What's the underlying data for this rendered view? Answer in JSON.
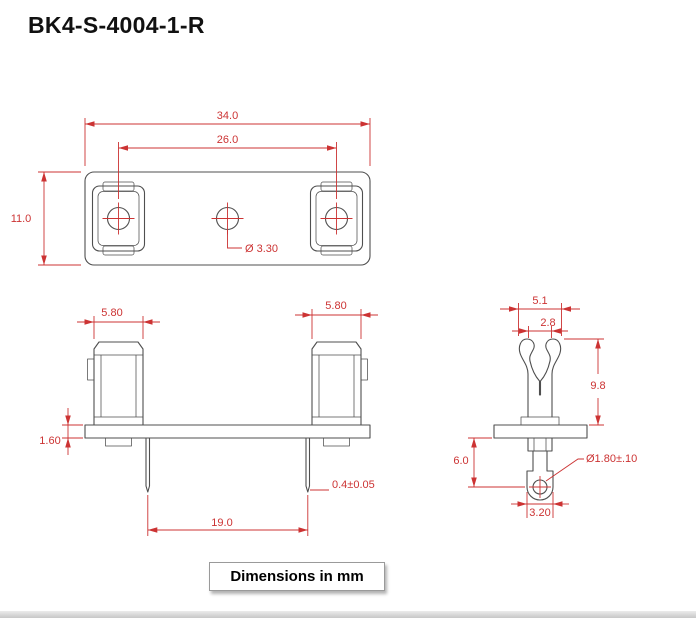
{
  "title": "BK4-S-4004-1-R",
  "note": "Dimensions in mm",
  "colors": {
    "dimension": "#cc3333",
    "outline": "#4f4f4f",
    "title": "#111111"
  },
  "views": {
    "top": {
      "dims": {
        "overall_width": "34.0",
        "clip_spacing": "26.0",
        "overall_depth": "11.0",
        "center_hole": "Ø 3.30"
      }
    },
    "front": {
      "dims": {
        "left_clip_width": "5.80",
        "right_clip_width": "5.80",
        "base_thickness": "1.60",
        "pin_thickness": "0.4±0.05",
        "pin_spacing": "19.0"
      }
    },
    "side": {
      "dims": {
        "top_width": "5.1",
        "opening": "2.8",
        "height": "9.8",
        "pin_length": "6.0",
        "hole": "Ø1.80±.10",
        "eyelet_width": "3.20"
      }
    }
  }
}
